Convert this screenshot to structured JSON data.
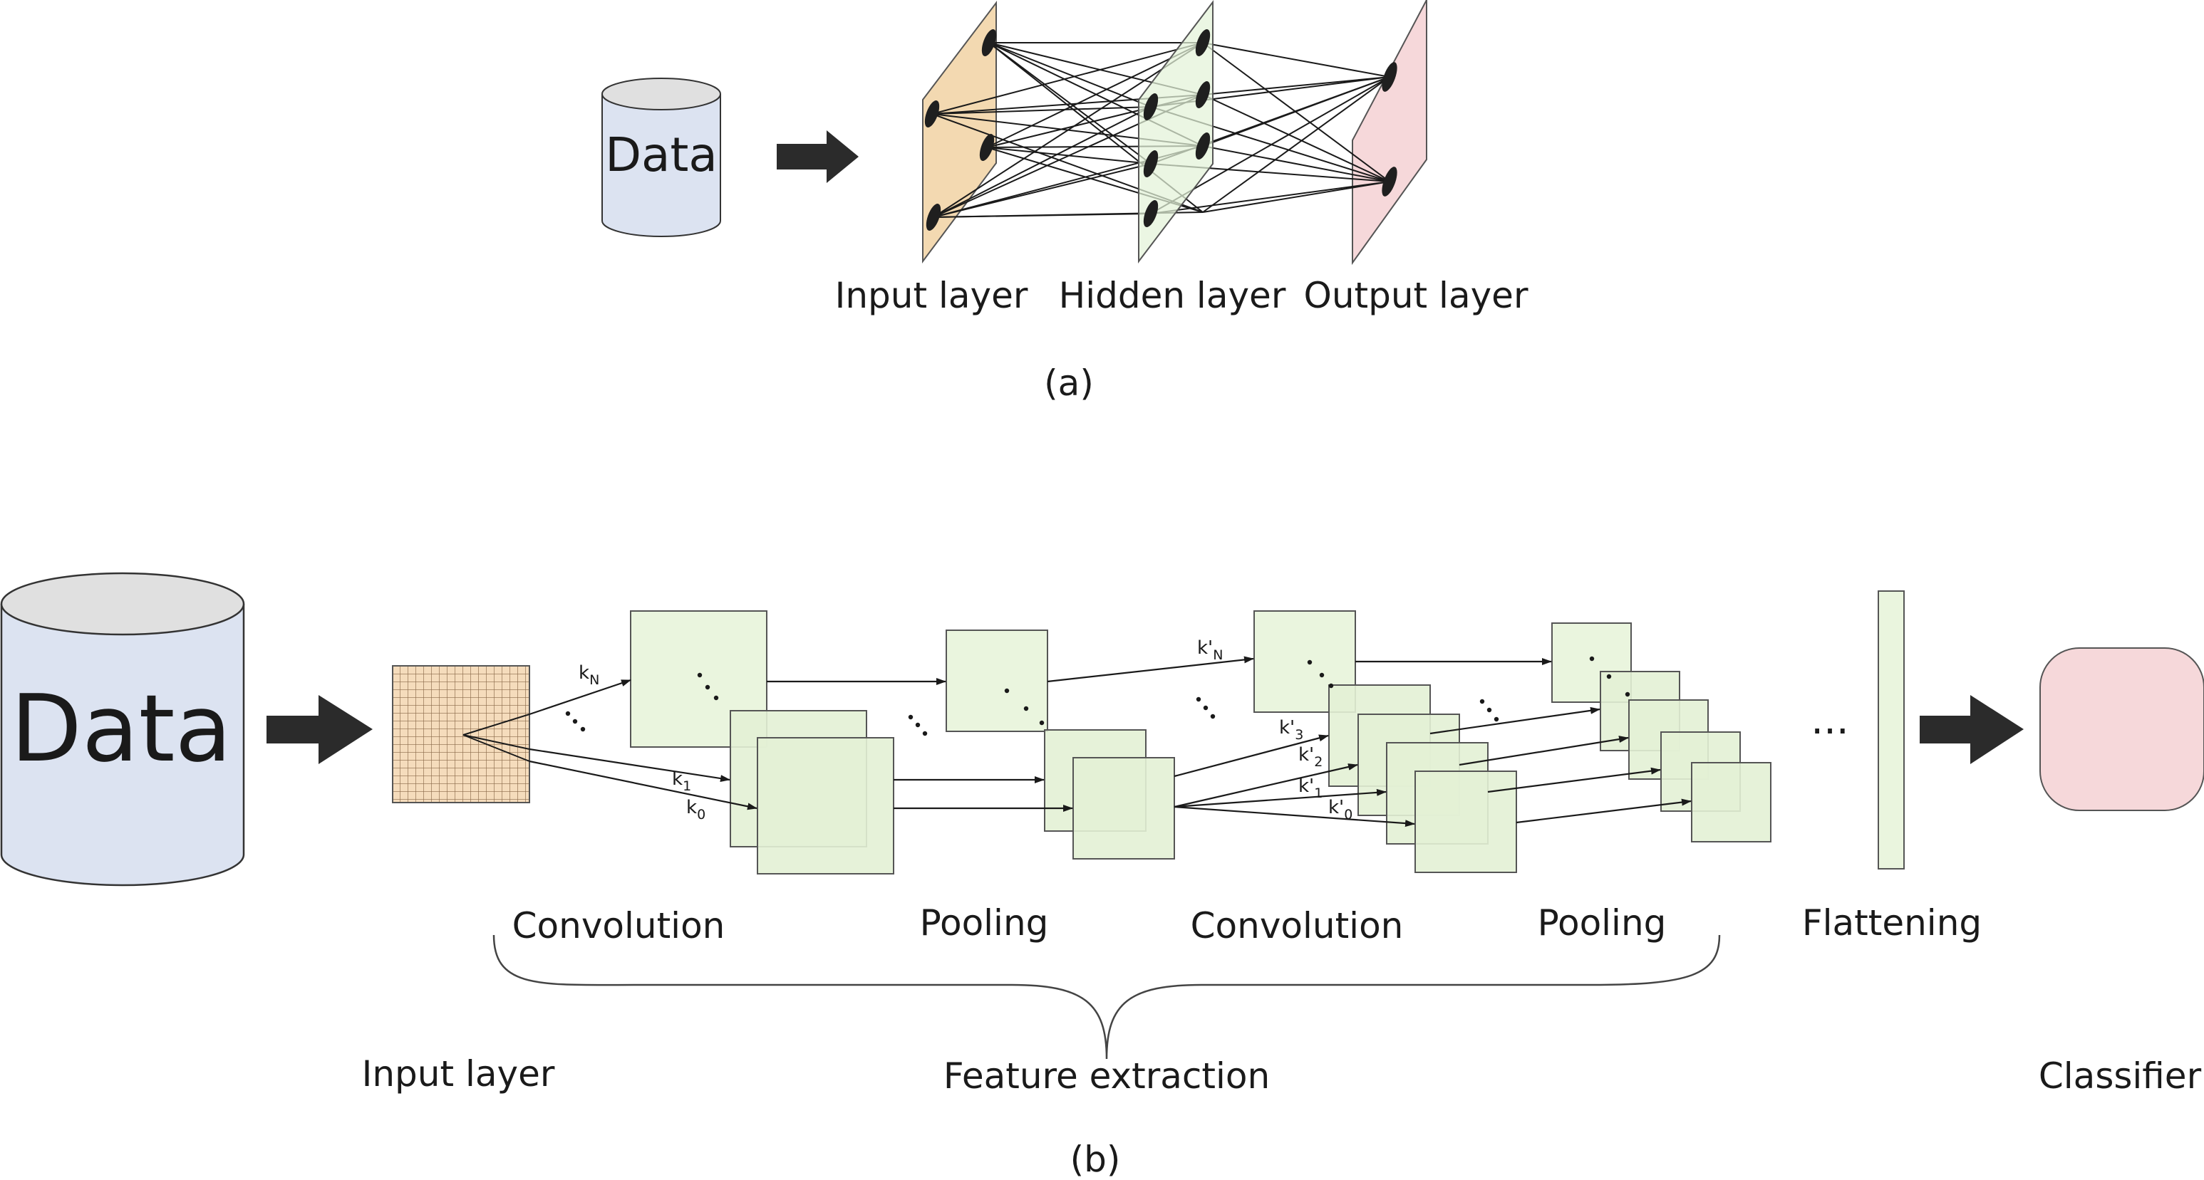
{
  "panel_a": {
    "cylinder_text": "Data",
    "layer_labels": [
      "Input layer",
      "Hidden layer",
      "Output layer"
    ],
    "caption": "(a)"
  },
  "panel_b": {
    "cylinder_text": "Data",
    "stage_labels": [
      "Convolution",
      "Pooling",
      "Convolution",
      "Pooling",
      "Flattening"
    ],
    "group_labels": {
      "input": "Input layer",
      "features": "Feature extraction",
      "classifier": "Classifier"
    },
    "kernels_1": {
      "k_n": "k",
      "k_n_sub": "N",
      "k_1": "k",
      "k_1_sub": "1",
      "k_0": "k",
      "k_0_sub": "0"
    },
    "kernels_2": {
      "prime": "k'",
      "subs": [
        "N",
        "3",
        "2",
        "1",
        "0"
      ]
    },
    "ellipsis": "...",
    "caption": "(b)"
  },
  "colors": {
    "cylinder_body": "#dce3f1",
    "cylinder_top": "#e0e0e0",
    "input_plane": "#f3d9b1",
    "hidden_plane": "#e3f3d8",
    "output_plane": "#f6d8da",
    "feature_map": "#eaf5de",
    "classifier_box": "#f6d8da",
    "grid": "#f5dcbc",
    "arrow": "#2b2b2b"
  }
}
